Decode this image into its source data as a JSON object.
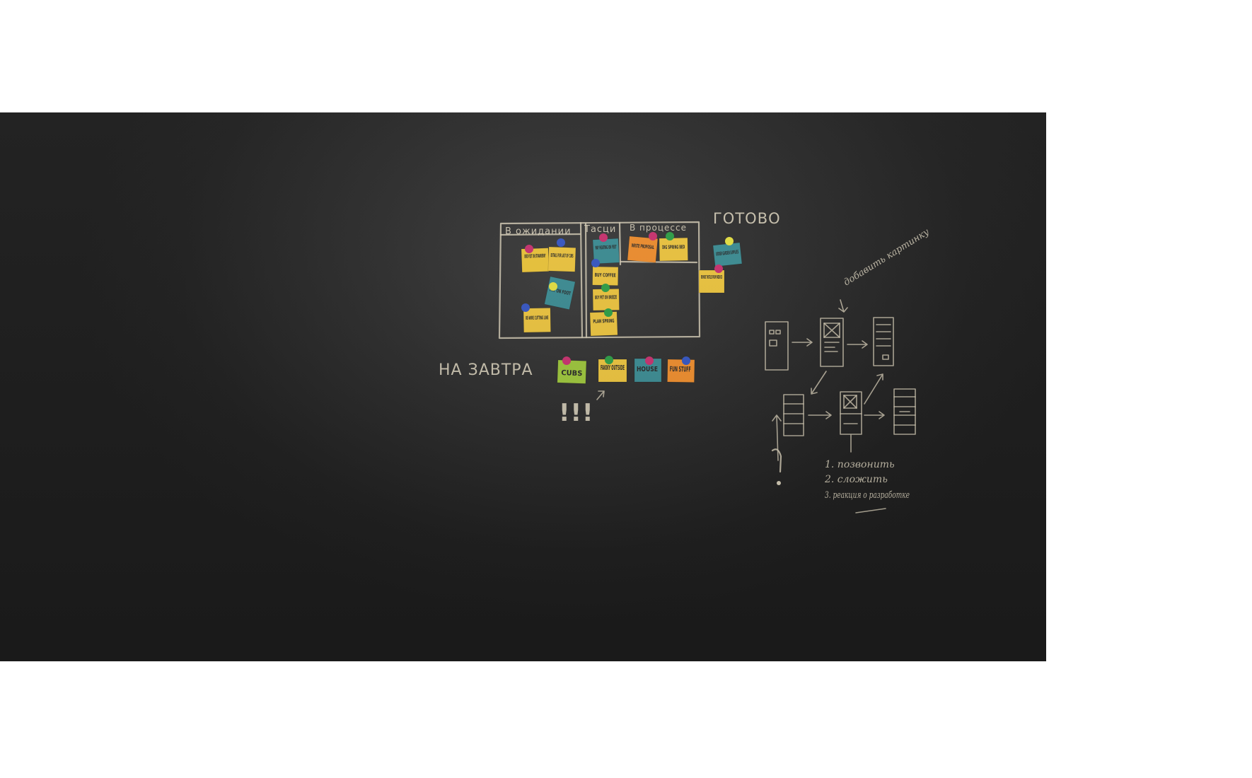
{
  "board": {
    "columns": {
      "waiting": "В ожидании",
      "tasks": "Тасци",
      "in_progress": "В процессе",
      "done": "ГОТОВО"
    },
    "tomorrow_label": "НА ЗАВТРА",
    "exclaim": "!!!",
    "notes": [
      {
        "text": "BIRD FEET ON STRAWBERRY",
        "color": "#e9c33b",
        "pin": "#c7336f"
      },
      {
        "text": "DETAILS FOR LAST OF CUBS",
        "color": "#eac340",
        "pin": "#3757c2"
      },
      {
        "text": "PAY ON FOOT",
        "color": "#3d8c93",
        "pin": "#e4df44"
      },
      {
        "text": "RE-WIRE CUTTING LINE",
        "color": "#eac340",
        "pin": "#3757c2"
      },
      {
        "text": "PAY HEATING ON FEET",
        "color": "#3d8c93",
        "pin": "#c7336f"
      },
      {
        "text": "BUY COFFEE",
        "color": "#eac340",
        "pin": "#3757c2"
      },
      {
        "text": "BUY PET ON BREEZE",
        "color": "#eac340",
        "pin": "#2f9e47"
      },
      {
        "text": "PLAN SPRING",
        "color": "#eac340",
        "pin": "#2f9e47"
      },
      {
        "text": "WRITE PROPOSAL",
        "color": "#ec8d2f",
        "pin": "#c7336f"
      },
      {
        "text": "DIG SPRING BED",
        "color": "#eac340",
        "pin": "#2f9e47"
      },
      {
        "text": "ORDER GARDEN SUPPLIES",
        "color": "#3d8c93",
        "pin": "#e4df44"
      },
      {
        "text": "REMOVE THISTLES FROM PADDOCK",
        "color": "#eac340",
        "pin": "#c7336f"
      }
    ],
    "tomorrow_notes": [
      {
        "text": "CUBS",
        "color": "#9cc43d",
        "pin": "#c7336f"
      },
      {
        "text": "FAKNY OUTSIDE",
        "color": "#eac340",
        "pin": "#2f9e47"
      },
      {
        "text": "HOUSE",
        "color": "#3d8c93",
        "pin": "#c7336f"
      },
      {
        "text": "FUN STUFF",
        "color": "#ec8d2f",
        "pin": "#3757c2"
      }
    ],
    "sketch": {
      "top_note": "добавить картинку",
      "list": [
        "1. позвонить",
        "2. сложить",
        "3. реакция о разработке"
      ]
    }
  }
}
